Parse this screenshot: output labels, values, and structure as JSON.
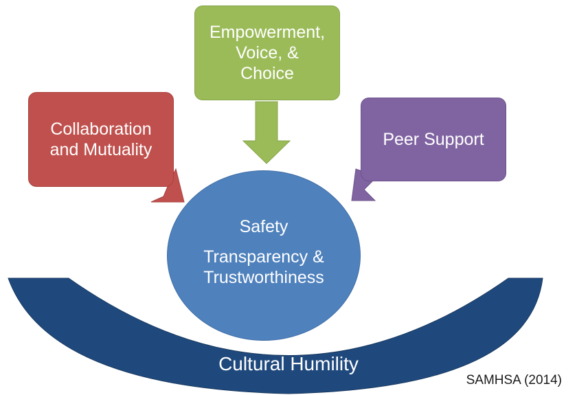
{
  "boxes": {
    "collaboration": "Collaboration\nand Mutuality",
    "empowerment": "Empowerment,\nVoice, &\nChoice",
    "peer_support": "Peer Support"
  },
  "center": {
    "line1": "Safety",
    "line2": "Transparency &\nTrustworthiness"
  },
  "base": "Cultural Humility",
  "citation": "SAMHSA (2014)",
  "colors": {
    "collaboration": "#c0504d",
    "empowerment": "#9bbb59",
    "peer_support": "#8064a2",
    "center": "#4f81bd",
    "base": "#1f497d"
  }
}
